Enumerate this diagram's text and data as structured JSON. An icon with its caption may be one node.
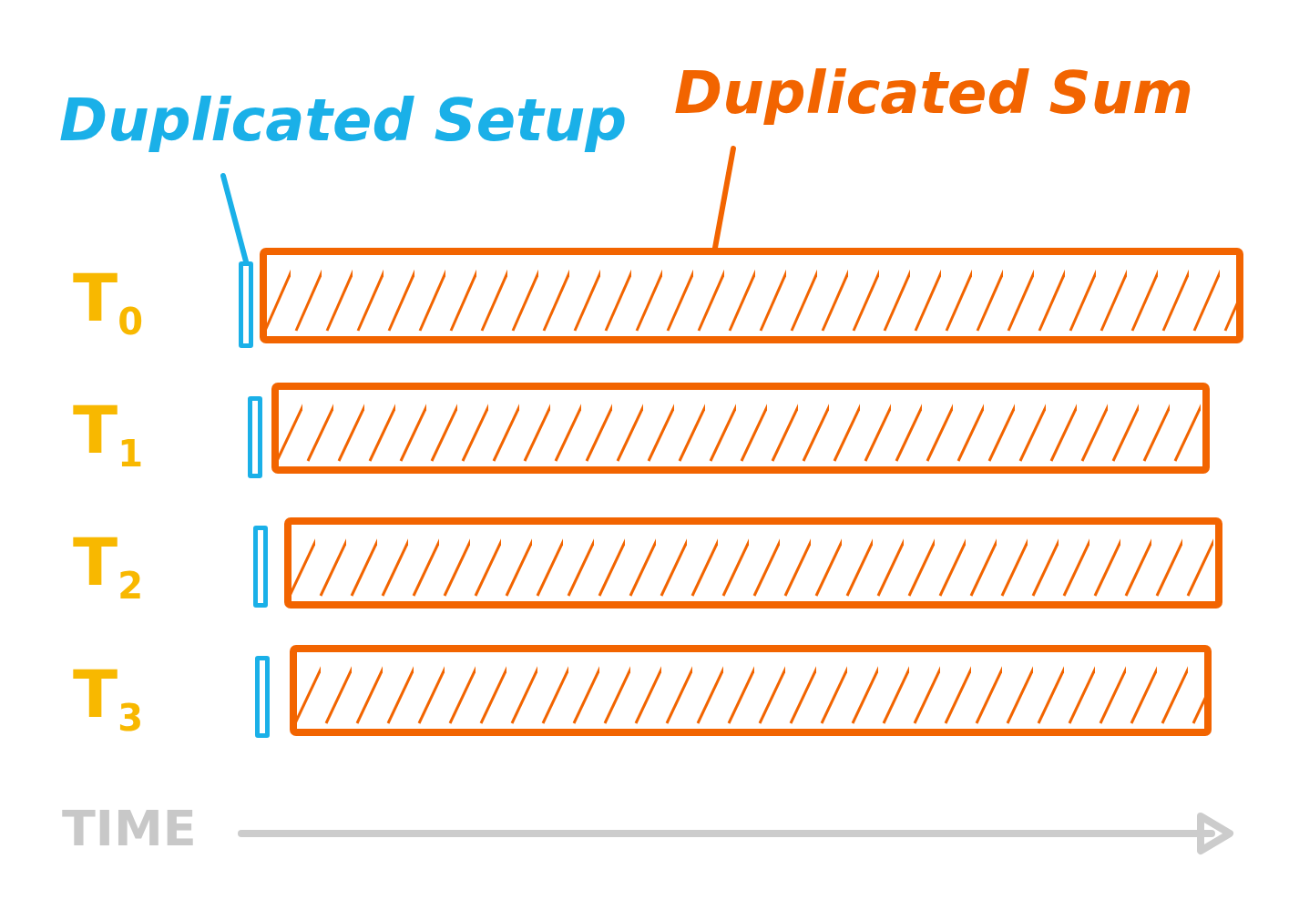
{
  "diagram": {
    "nodes": [
      {
        "text": [
          "Duplicated Setup"
        ]
      },
      {
        "text": [
          "Duplicated Sum"
        ]
      },
      {
        "text": [],
        "shape": "bar"
      },
      {
        "text": [],
        "shape": "bar"
      },
      {
        "text": [],
        "shape": "bar"
      },
      {
        "text": [],
        "shape": "bar"
      },
      {
        "text": [],
        "shape": "bar"
      },
      {
        "text": [],
        "shape": "bar"
      },
      {
        "text": [],
        "shape": "bar"
      },
      {
        "text": [],
        "shape": "bar"
      }
    ],
    "edges": [
      {
        "from": 0,
        "to": 2,
        "arrow": "none",
        "color": "#1ab0e8"
      },
      {
        "from": 1,
        "to": 6,
        "arrow": "none",
        "color": "#f26400"
      }
    ],
    "labels": [
      "T$_{0}$",
      "T$_{1}$",
      "T$_{2}$",
      "T$_{3}$",
      "TIME"
    ]
  }
}
